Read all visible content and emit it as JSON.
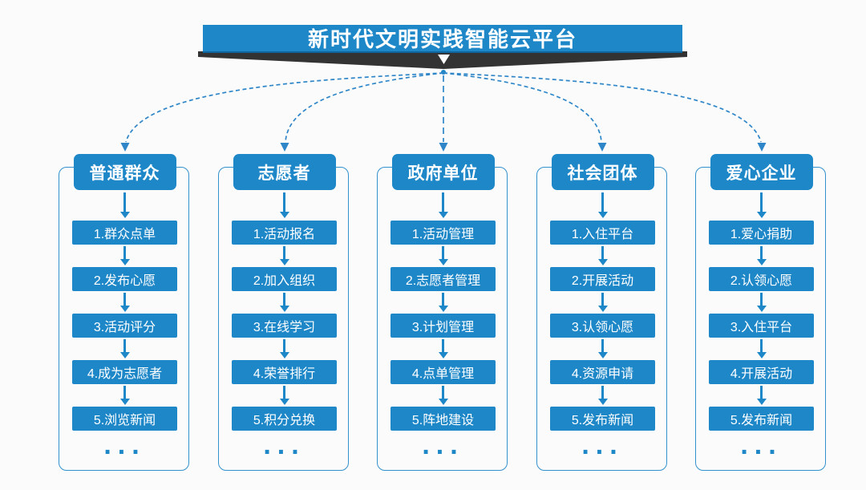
{
  "title": "新时代文明实践智能云平台",
  "columns": [
    {
      "header": "普通群众",
      "items": [
        "1.群众点单",
        "2.发布心愿",
        "3.活动评分",
        "4.成为志愿者",
        "5.浏览新闻"
      ],
      "more": "..."
    },
    {
      "header": "志愿者",
      "items": [
        "1.活动报名",
        "2.加入组织",
        "3.在线学习",
        "4.荣誉排行",
        "5.积分兑换"
      ],
      "more": "..."
    },
    {
      "header": "政府单位",
      "items": [
        "1.活动管理",
        "2.志愿者管理",
        "3.计划管理",
        "4.点单管理",
        "5.阵地建设"
      ],
      "more": "..."
    },
    {
      "header": "社会团体",
      "items": [
        "1.入住平台",
        "2.开展活动",
        "3.认领心愿",
        "4.资源申请",
        "5.发布新闻"
      ],
      "more": "..."
    },
    {
      "header": "爱心企业",
      "items": [
        "1.爱心捐助",
        "2.认领心愿",
        "3.入住平台",
        "4.开展活动",
        "5.发布新闻"
      ],
      "more": "..."
    }
  ],
  "icons": {
    "banner_pointer": "down-triangle",
    "flow_arrow": "down-arrow",
    "connector_style": "dashed-curve"
  },
  "colors": {
    "primary_blue": "#1e87c8",
    "frame_border_blue": "#3391cd",
    "dashed_connector_blue": "#2e86c8",
    "banner_edge_blue": "#0f669f",
    "ribbon_dark": "#333333",
    "text_on_blue": "#ffffff",
    "background": "#fbfbfb"
  }
}
